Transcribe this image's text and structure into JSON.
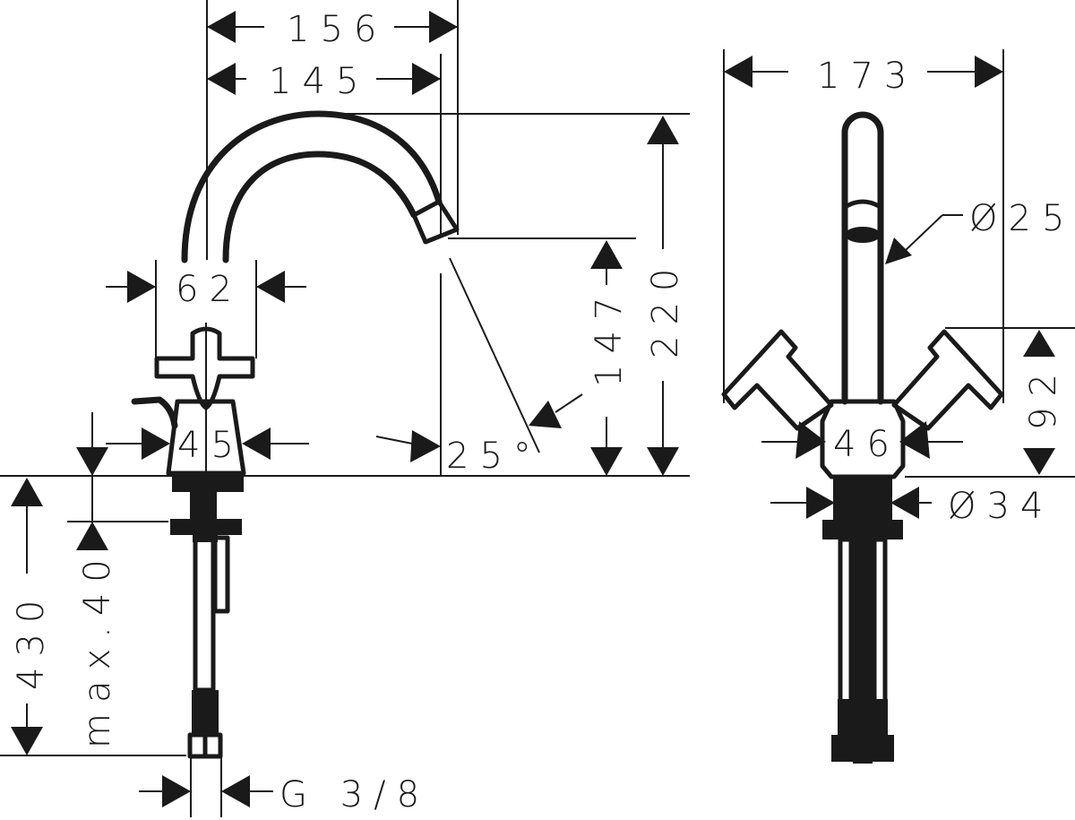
{
  "drawing": {
    "type": "faucet dimension drawing",
    "units": "mm",
    "colors": {
      "line": "#1a1a1a",
      "background": "#ffffff"
    }
  },
  "side_view": {
    "dimensions": {
      "spout_reach_outer": "156",
      "spout_reach_inner": "145",
      "handle_width": "62",
      "body_width": "45",
      "spout_outlet_height": "147",
      "total_height": "220",
      "spout_angle": "25°",
      "below_deck_length": "430",
      "max_deck_thickness": "max.40",
      "connection_thread": "G 3/8"
    }
  },
  "front_view": {
    "dimensions": {
      "overall_width": "173",
      "spout_diameter": "Ø25",
      "handle_height": "92",
      "body_width": "46",
      "base_diameter": "Ø34"
    }
  }
}
